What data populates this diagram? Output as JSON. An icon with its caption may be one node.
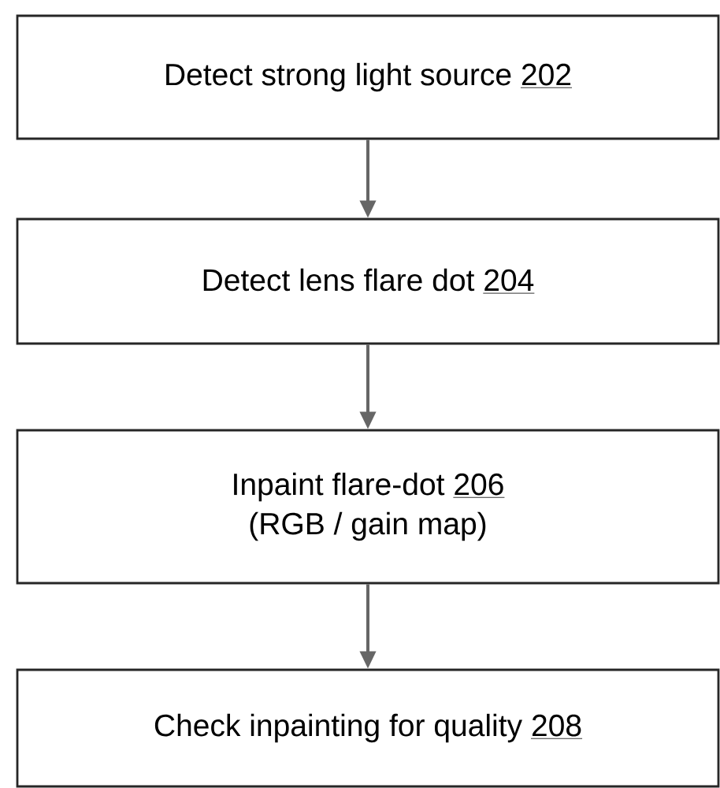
{
  "diagram": {
    "nodes": [
      {
        "text": [
          "Detect strong light source",
          "202"
        ]
      },
      {
        "text": [
          "Detect lens flare dot",
          "204"
        ]
      },
      {
        "text": [
          "Inpaint flare-dot",
          "206",
          "(RGB / gain map)"
        ]
      },
      {
        "text": [
          "Check inpainting for quality",
          "208"
        ]
      }
    ],
    "edges": [
      {
        "from": 0,
        "to": 1,
        "arrow": "to"
      },
      {
        "from": 1,
        "to": 2,
        "arrow": "to"
      },
      {
        "from": 2,
        "to": 3,
        "arrow": "to"
      }
    ]
  }
}
